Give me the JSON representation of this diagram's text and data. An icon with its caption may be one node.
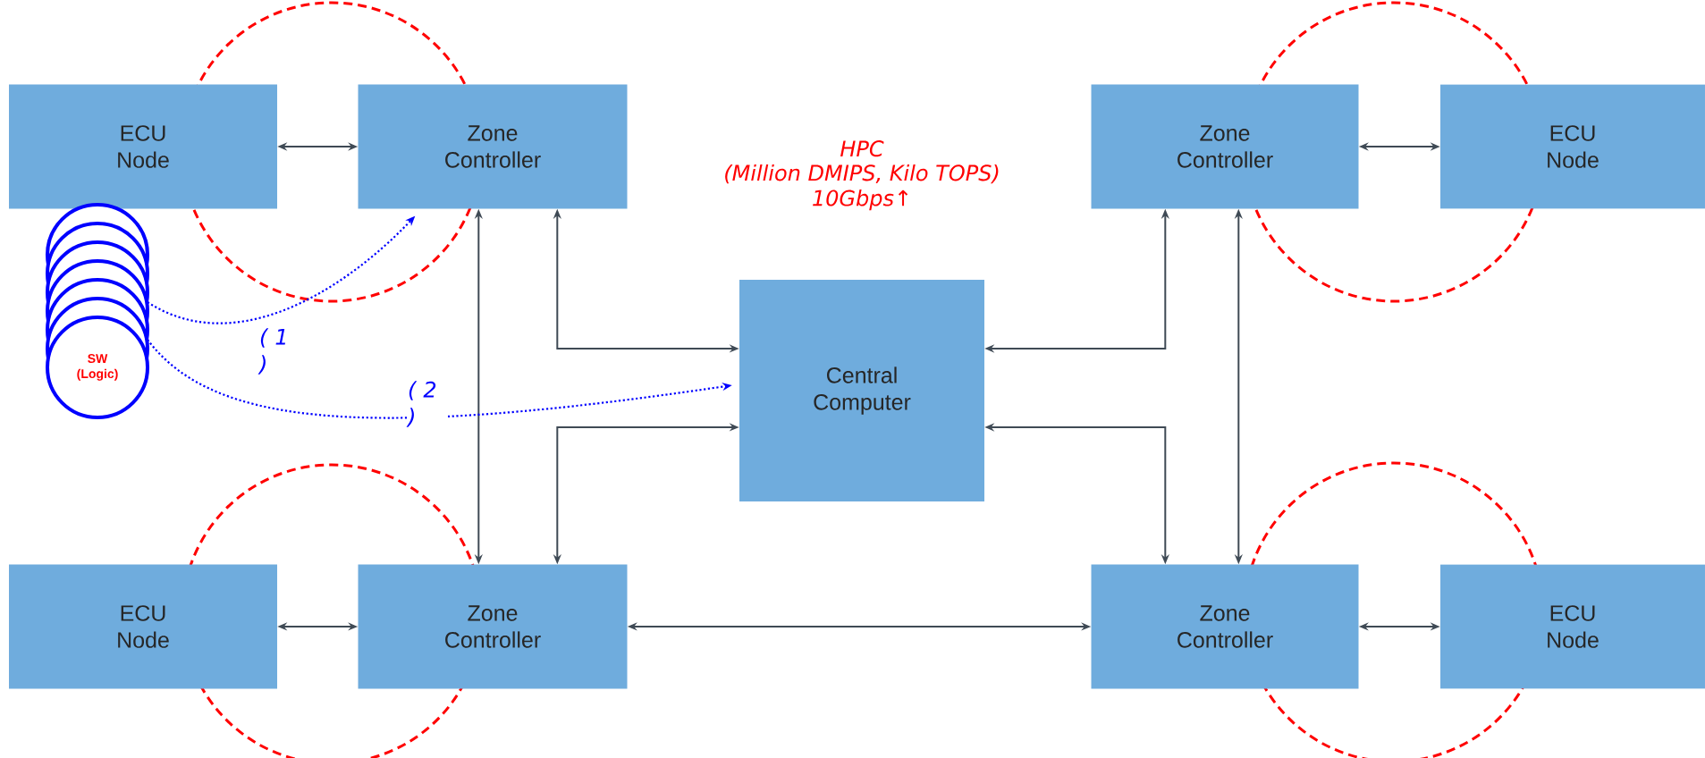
{
  "diagram": {
    "nodes": [
      {
        "text": [
          "ECU Node"
        ]
      },
      {
        "text": [
          "Zone Controller"
        ]
      },
      {
        "text": [
          "Zone Controller"
        ]
      },
      {
        "text": [
          "ECU Node"
        ]
      },
      {
        "text": [
          "SW (Logic)"
        ]
      },
      {
        "text": [
          "Central Computer"
        ],
        "beside": [
          "HPC",
          "(Million DMIPS, Kilo TOPS)",
          "10Gbps↑"
        ]
      },
      {
        "text": [
          "ECU Node"
        ]
      },
      {
        "text": [
          "Zone Controller"
        ]
      },
      {
        "text": [
          "Zone Controller"
        ]
      },
      {
        "text": [
          "ECU Node"
        ]
      }
    ],
    "edges": [
      {
        "from": 0,
        "to": 1,
        "arrow": "both"
      },
      {
        "from": 2,
        "to": 3,
        "arrow": "both"
      },
      {
        "from": 1,
        "to": 5,
        "arrow": "both"
      },
      {
        "from": 1,
        "to": 7,
        "arrow": "both"
      },
      {
        "from": 7,
        "to": 5,
        "arrow": "both"
      },
      {
        "from": 2,
        "to": 5,
        "arrow": "both"
      },
      {
        "from": 2,
        "to": 8,
        "arrow": "both"
      },
      {
        "from": 8,
        "to": 5,
        "arrow": "both"
      },
      {
        "from": 7,
        "to": 8,
        "arrow": "both"
      },
      {
        "from": 6,
        "to": 7,
        "arrow": "both"
      },
      {
        "from": 8,
        "to": 9,
        "arrow": "both"
      },
      {
        "from": 4,
        "to": 1,
        "arrow": "to",
        "label": "( 1 )",
        "style": "dashed",
        "color": "#0000ff"
      },
      {
        "from": 4,
        "to": 5,
        "arrow": "to",
        "label": "( 2 )",
        "style": "dashed",
        "color": "#0000ff"
      }
    ]
  }
}
